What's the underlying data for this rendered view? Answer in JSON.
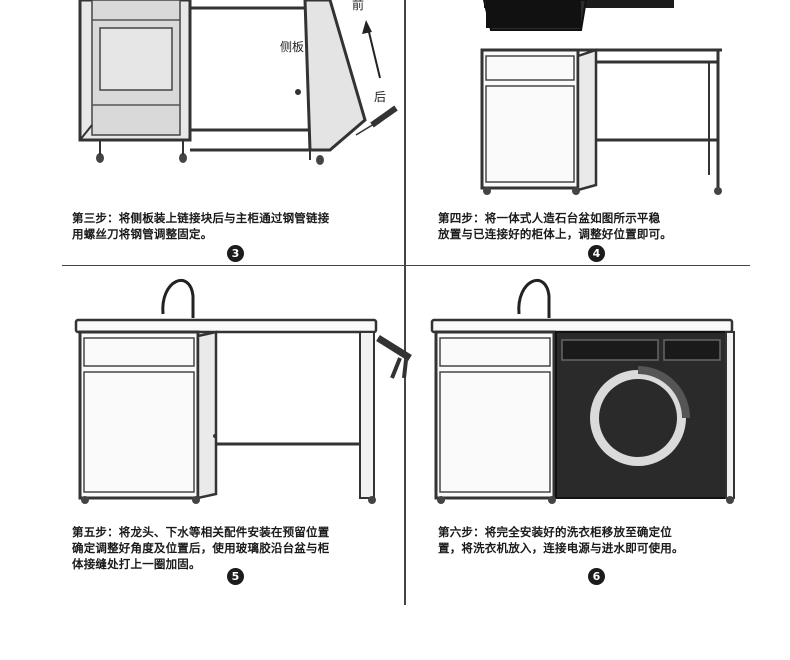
{
  "steps": [
    {
      "number": "3",
      "text_line1": "第三步：将侧板装上链接块后与主柜通过钢管链接",
      "text_line2": "用螺丝刀将钢管调整固定。"
    },
    {
      "number": "4",
      "text_line1": "第四步：将一体式人造石台盆如图所示平稳",
      "text_line2": "放置与已连接好的柜体上，调整好位置即可。"
    },
    {
      "number": "5",
      "text_line1": "第五步：将龙头、下水等相关配件安装在预留位置",
      "text_line2": "确定调整好角度及位置后，使用玻璃胶沿台盆与柜",
      "text_line3": "体接缝处打上一圈加固。"
    },
    {
      "number": "6",
      "text_line1": "第六步：将完全安装好的洗衣柜移放至确定位",
      "text_line2": "置，将洗衣机放入，连接电源与进水即可使用。"
    }
  ],
  "diagram_labels": {
    "side_panel": "侧板",
    "front": "前",
    "back": "后"
  }
}
